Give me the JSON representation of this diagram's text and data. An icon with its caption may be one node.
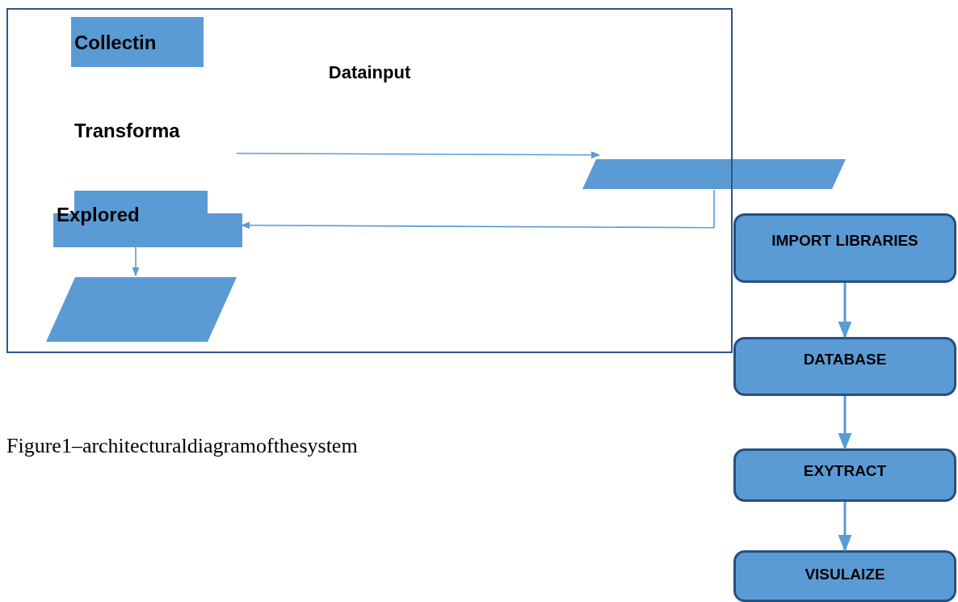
{
  "diagram": {
    "caption": "Figure1–architecturaldiagramofthesystem",
    "nodes": [
      {
        "text": [
          "Datainput"
        ]
      },
      {
        "text": [
          "Collectin"
        ],
        "in": 0
      },
      {
        "text": [
          "Transforma"
        ],
        "in": 0
      },
      {
        "text": [
          "Explored"
        ],
        "in": 0
      },
      {
        "text": [],
        "shape": "parallelogram",
        "in": 0
      },
      {
        "text": [],
        "shape": "parallelogram"
      },
      {
        "text": [
          "IMPORT LIBRARIES"
        ]
      },
      {
        "text": [
          "DATABASE"
        ]
      },
      {
        "text": [
          "EXYTRACT"
        ]
      },
      {
        "text": [
          "VISULAIZE"
        ]
      }
    ],
    "edges": [
      {
        "from": 2,
        "to": 5,
        "arrow": "to"
      },
      {
        "from": 5,
        "to": 3,
        "arrow": "to"
      },
      {
        "from": 3,
        "to": 4,
        "arrow": "to"
      },
      {
        "from": 6,
        "to": 7,
        "arrow": "to"
      },
      {
        "from": 7,
        "to": 8,
        "arrow": "to"
      },
      {
        "from": 8,
        "to": 9,
        "arrow": "to"
      }
    ]
  }
}
